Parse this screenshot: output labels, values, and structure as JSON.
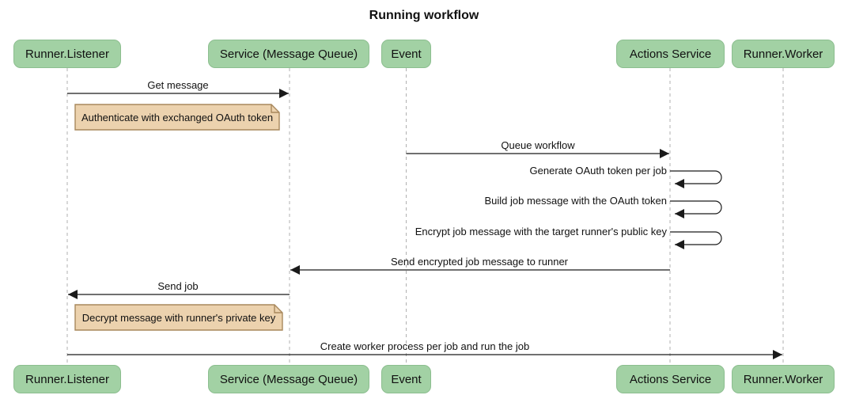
{
  "title": "Running workflow",
  "diagram": {
    "type": "sequence",
    "actors": [
      {
        "id": "runner-listener",
        "name": "Runner.Listener"
      },
      {
        "id": "service-message-queue",
        "name": "Service (Message Queue)"
      },
      {
        "id": "event",
        "name": "Event"
      },
      {
        "id": "actions-service",
        "name": "Actions Service"
      },
      {
        "id": "runner-worker",
        "name": "Runner.Worker"
      }
    ],
    "messages": [
      {
        "kind": "arrow",
        "from": "Runner.Listener",
        "to": "Service (Message Queue)",
        "label": "Get message"
      },
      {
        "kind": "note",
        "over": "Runner.Listener",
        "label": "Authenticate with exchanged OAuth token"
      },
      {
        "kind": "arrow",
        "from": "Event",
        "to": "Actions Service",
        "label": "Queue workflow"
      },
      {
        "kind": "self",
        "actor": "Actions Service",
        "label": "Generate OAuth token per job"
      },
      {
        "kind": "self",
        "actor": "Actions Service",
        "label": "Build job message with the OAuth token"
      },
      {
        "kind": "self",
        "actor": "Actions Service",
        "label": "Encrypt job message with the target runner's public key"
      },
      {
        "kind": "arrow",
        "from": "Actions Service",
        "to": "Service (Message Queue)",
        "label": "Send encrypted job message to runner"
      },
      {
        "kind": "arrow",
        "from": "Service (Message Queue)",
        "to": "Runner.Listener",
        "label": "Send job"
      },
      {
        "kind": "note",
        "over": "Runner.Listener",
        "label": "Decrypt message with runner's private key"
      },
      {
        "kind": "arrow",
        "from": "Runner.Listener",
        "to": "Runner.Worker",
        "label": "Create worker process per job and run the job"
      }
    ]
  },
  "colors": {
    "actorFill": "#a2d1a4",
    "actorBorder": "#8cbe8f",
    "noteFill": "#ecd2ae",
    "noteBorder": "#a8885d",
    "lifeline": "#b0b0b0",
    "arrow": "#1a1a1a",
    "text": "#111111",
    "background": "#ffffff"
  }
}
